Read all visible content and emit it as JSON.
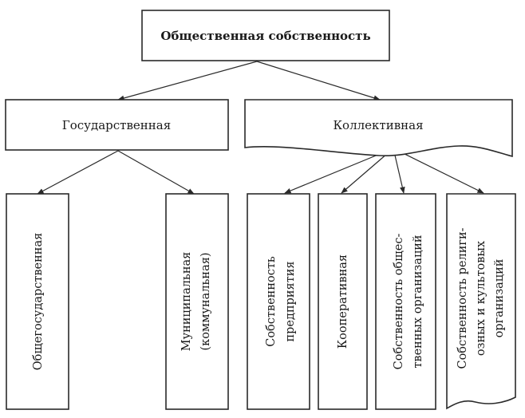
{
  "diagram": {
    "root": {
      "label": "Общественная собственность"
    },
    "level1": [
      {
        "id": "state",
        "label": "Государственная"
      },
      {
        "id": "collective",
        "label": "Коллективная"
      }
    ],
    "leaves": [
      {
        "id": "national",
        "lines": [
          "Общегосударственная"
        ]
      },
      {
        "id": "municipal",
        "lines": [
          "Муниципальная",
          "(коммунальная)"
        ]
      },
      {
        "id": "enterprise",
        "lines": [
          "Собственность",
          "предприятия"
        ]
      },
      {
        "id": "cooperative",
        "lines": [
          "Кооперативная"
        ]
      },
      {
        "id": "public-org",
        "lines": [
          "Собственность общес-",
          "твенных организаций"
        ]
      },
      {
        "id": "religious",
        "lines": [
          "Собственность религи-",
          "озных и культовых",
          "организаций"
        ]
      }
    ]
  }
}
